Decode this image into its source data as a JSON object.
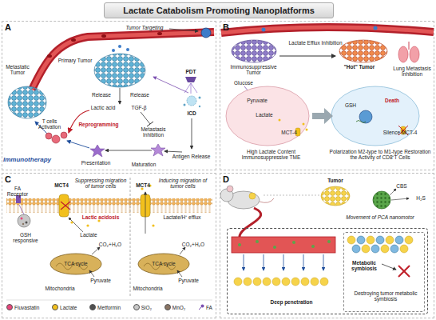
{
  "diagram": {
    "title": "Lactate Catabolism Promoting Nanoplatforms",
    "nodes": [
      {
        "text": [
          "A"
        ]
      },
      {
        "text": [
          "B"
        ]
      },
      {
        "text": [
          "C"
        ]
      },
      {
        "text": [
          "D"
        ]
      },
      {
        "text": [
          "Deep penetration"
        ],
        "in": 3
      },
      {
        "text": [
          "Metabolic symbiosis",
          "Destroying tumor metabolic symbiosis"
        ],
        "in": 4
      }
    ],
    "labels": [
      "Tumor Targeting",
      "Primary Tumor",
      "Metastatic Tumor",
      "Release",
      "Release",
      "PDT",
      "Lactic acid",
      "TGF-β",
      "ICD",
      "Reprogramming",
      "T cells Activation",
      "Presentation",
      "Maturation",
      "Metastasis Inhibition",
      "Antigen Release",
      "Immunotherapy",
      "Lactate Efflux Inhibition",
      "Immunosuppressive Tumor",
      "Glucose",
      "Pyruvate",
      "Lactate",
      "MCT-4",
      "High Lactate Content Immunosuppressive TME",
      "\"Hot\" Tumor",
      "Lung Metastasis Inhibition",
      "GSH",
      "Death",
      "Silence MCT-4",
      "Polarization M2-type to M1-type Restoration the Activity of CD8⁺T Cells",
      "FA Receptor",
      "MCT4",
      "Suppressing migration of tumor cells",
      "MCT4",
      "Inducing migration of tumor cells",
      "GSH responsive",
      "Lactic acidosis",
      "Lactate",
      "CO₂+H₂O",
      "TCA cycle",
      "Pyruvate",
      "Mitochondria",
      "Lactate/H⁺ efflux",
      "TCA cycle",
      "CO₂+H₂O",
      "Pyruvate",
      "Mitochondria",
      "Tumor",
      "CBS",
      "H₂S",
      "Movement of PCA nanomotor"
    ],
    "legend": [
      {
        "text": "Fluvastatin",
        "color": "#e8467c"
      },
      {
        "text": "Lactate",
        "color": "#f2c01d"
      },
      {
        "text": "Metformin",
        "color": "#4f4f4f"
      },
      {
        "text": "SiO₂",
        "color": "#c8c8c8"
      },
      {
        "text": "MnO₂",
        "color": "#8a7564"
      },
      {
        "text": "FA"
      }
    ]
  }
}
